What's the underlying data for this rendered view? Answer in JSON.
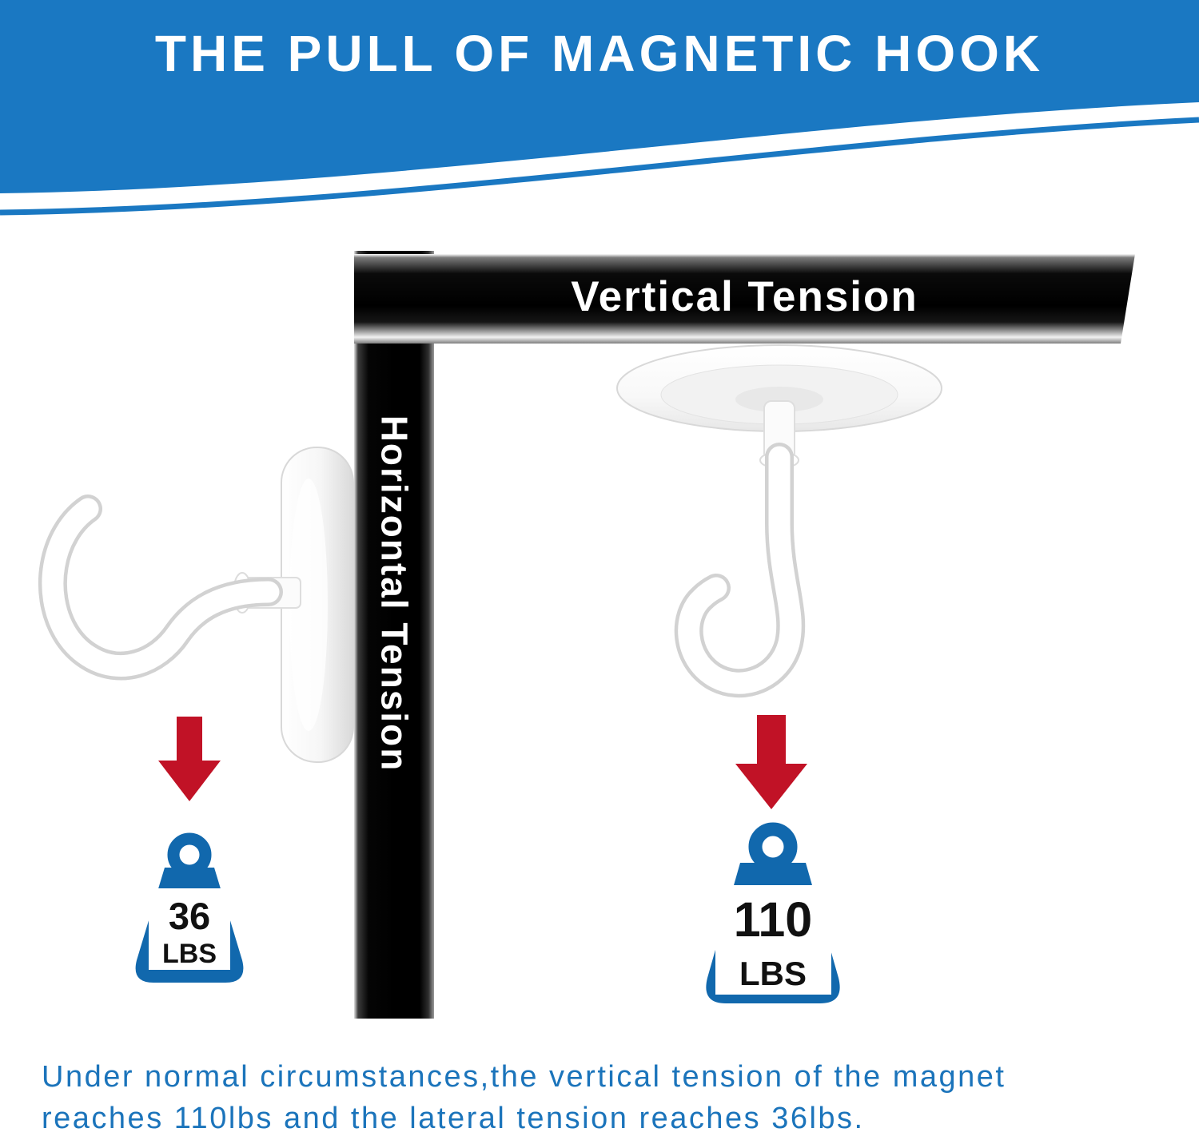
{
  "header": {
    "title": "THE PULL OF MAGNETIC HOOK"
  },
  "colors": {
    "header_blue": "#1a78c2",
    "footer_blue": "#1b74bb",
    "weight_blue": "#1168ad",
    "arrow_red": "#c11226",
    "bar_black": "#0a0a0a",
    "bar_label_white": "#ffffff"
  },
  "bars": {
    "vertical_label": "Horizontal Tension",
    "horizontal_label": "Vertical Tension"
  },
  "left_assembly": {
    "weight_value": "36",
    "weight_unit": "LBS"
  },
  "right_assembly": {
    "weight_value": "110",
    "weight_unit": "LBS"
  },
  "footer": {
    "line1": "Under normal circumstances,the vertical tension of the magnet",
    "line2": "reaches 110lbs and the lateral tension reaches 36lbs."
  }
}
